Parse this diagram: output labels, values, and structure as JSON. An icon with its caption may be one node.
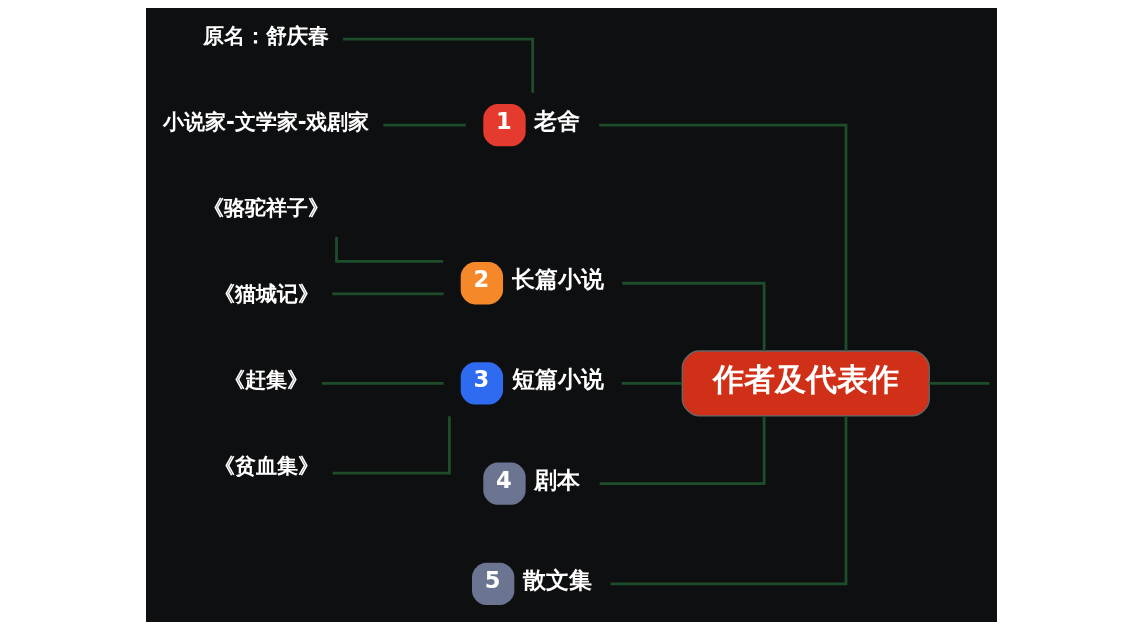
{
  "diagram": {
    "nodes": [
      {
        "text": [
          "作者及代表作"
        ]
      },
      {
        "text": [
          "1",
          "老舍"
        ]
      },
      {
        "text": [
          "原名：舒庆春"
        ]
      },
      {
        "text": [
          "小说家-文学家-戏剧家"
        ]
      },
      {
        "text": [
          "2",
          "长篇小说"
        ]
      },
      {
        "text": [
          "《骆驼祥子》"
        ]
      },
      {
        "text": [
          "《猫城记》"
        ]
      },
      {
        "text": [
          "3",
          "短篇小说"
        ]
      },
      {
        "text": [
          "《赶集》"
        ]
      },
      {
        "text": [
          "《贫血集》"
        ]
      },
      {
        "text": [
          "4",
          "剧本"
        ]
      },
      {
        "text": [
          "5",
          "散文集"
        ]
      }
    ],
    "edges": [
      {
        "from": 0,
        "to": null,
        "arrow": "none"
      },
      {
        "from": 0,
        "to": 1,
        "arrow": "none"
      },
      {
        "from": 1,
        "to": 2,
        "arrow": "none"
      },
      {
        "from": 1,
        "to": 3,
        "arrow": "none"
      },
      {
        "from": 0,
        "to": 4,
        "arrow": "none"
      },
      {
        "from": 4,
        "to": 5,
        "arrow": "none"
      },
      {
        "from": 4,
        "to": 6,
        "arrow": "none"
      },
      {
        "from": 0,
        "to": 7,
        "arrow": "none"
      },
      {
        "from": 7,
        "to": 8,
        "arrow": "none"
      },
      {
        "from": 7,
        "to": 9,
        "arrow": "none"
      },
      {
        "from": 0,
        "to": 10,
        "arrow": "none"
      },
      {
        "from": 0,
        "to": 11,
        "arrow": "none"
      }
    ]
  }
}
